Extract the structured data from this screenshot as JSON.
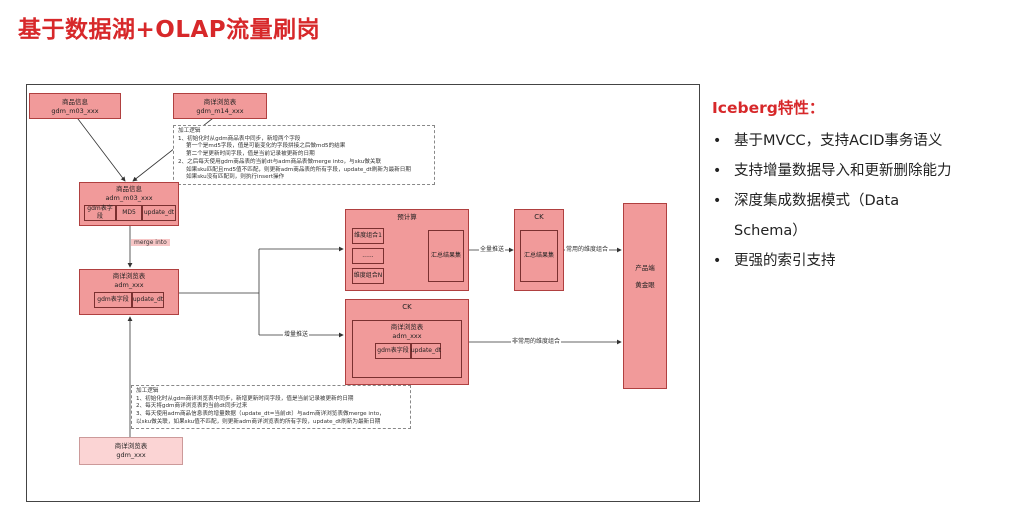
{
  "title": "基于数据湖+OLAP流量刷岗",
  "diagram": {
    "goods_info_src": {
      "title": "商品信息",
      "table": "gdm_m03_xxx"
    },
    "shop_browse_src": {
      "title": "商详浏览表",
      "table": "gdm_m14_xxx"
    },
    "note_top": {
      "head": "加工逻辑",
      "lines": [
        "1、初始化时从gdm商品表中同步，新增两个字段",
        "第一个是md5字段，值是可能变化的字段拼接之后做md5的结果",
        "第二个是更新时间字段，值是当前记录被更新的日期",
        "2、之后每天使用gdm商品表的当前dt与adm商品表做merge into，与sku做关联",
        "如果sku匹配且md5值不匹配，则更新adm商品表的所有字段，update_dt刷新为最新日期",
        "如果sku没有匹配到，则执行insert操作"
      ]
    },
    "goods_info_adm": {
      "title": "商品信息",
      "table": "adm_m03_xxx",
      "cells": [
        "gdm表字段",
        "MD5",
        "update_dt"
      ]
    },
    "merge_label": "merge into",
    "shop_browse_adm": {
      "title": "商详浏览表",
      "table": "adm_xxx",
      "cells": [
        "gdm表字段",
        "update_dt"
      ]
    },
    "precompute": {
      "title": "预计算",
      "dims": [
        "维度组合1",
        "......",
        "维度组合N"
      ],
      "result": "汇总结果集"
    },
    "ck_top": {
      "title": "CK",
      "result": "汇总结果集"
    },
    "ck_bottom": {
      "title": "CK",
      "inner_title": "商详浏览表",
      "inner_table": "adm_xxx",
      "cells": [
        "gdm表字段",
        "update_dt"
      ]
    },
    "product_end": {
      "line1": "产品端",
      "line2": "黄金眼"
    },
    "edge_full_push": "全量推送",
    "edge_common_dims": "常用的维度组合",
    "edge_increment_push": "增量推送",
    "edge_uncommon_dims": "非常用的维度组合",
    "note_bottom": {
      "head": "加工逻辑",
      "lines": [
        "1、初始化时从gdm商详浏览表中同步，新增更新时间字段，值是当前记录被更新的日期",
        "2、每天将gdm商详浏览表的当前dt同步过来",
        "3、每天使用adm商品信息表的增量数据（update_dt=当前dt）与adm商详浏览表做merge into，",
        "以sku做关联，如果sku值不匹配，则更新adm商详浏览表的所有字段，update_dt刷新为最新日期"
      ]
    },
    "shop_browse_gdm": {
      "title": "商详浏览表",
      "table": "gdm_xxx"
    }
  },
  "panel": {
    "title": "Iceberg特性：",
    "bullets": [
      "基于MVCC，支持ACID事务语义",
      "支持增量数据导入和更新删除能力",
      "深度集成数据模式（Data",
      "更强的索引支持"
    ],
    "bullet3_cont": "Schema）"
  }
}
